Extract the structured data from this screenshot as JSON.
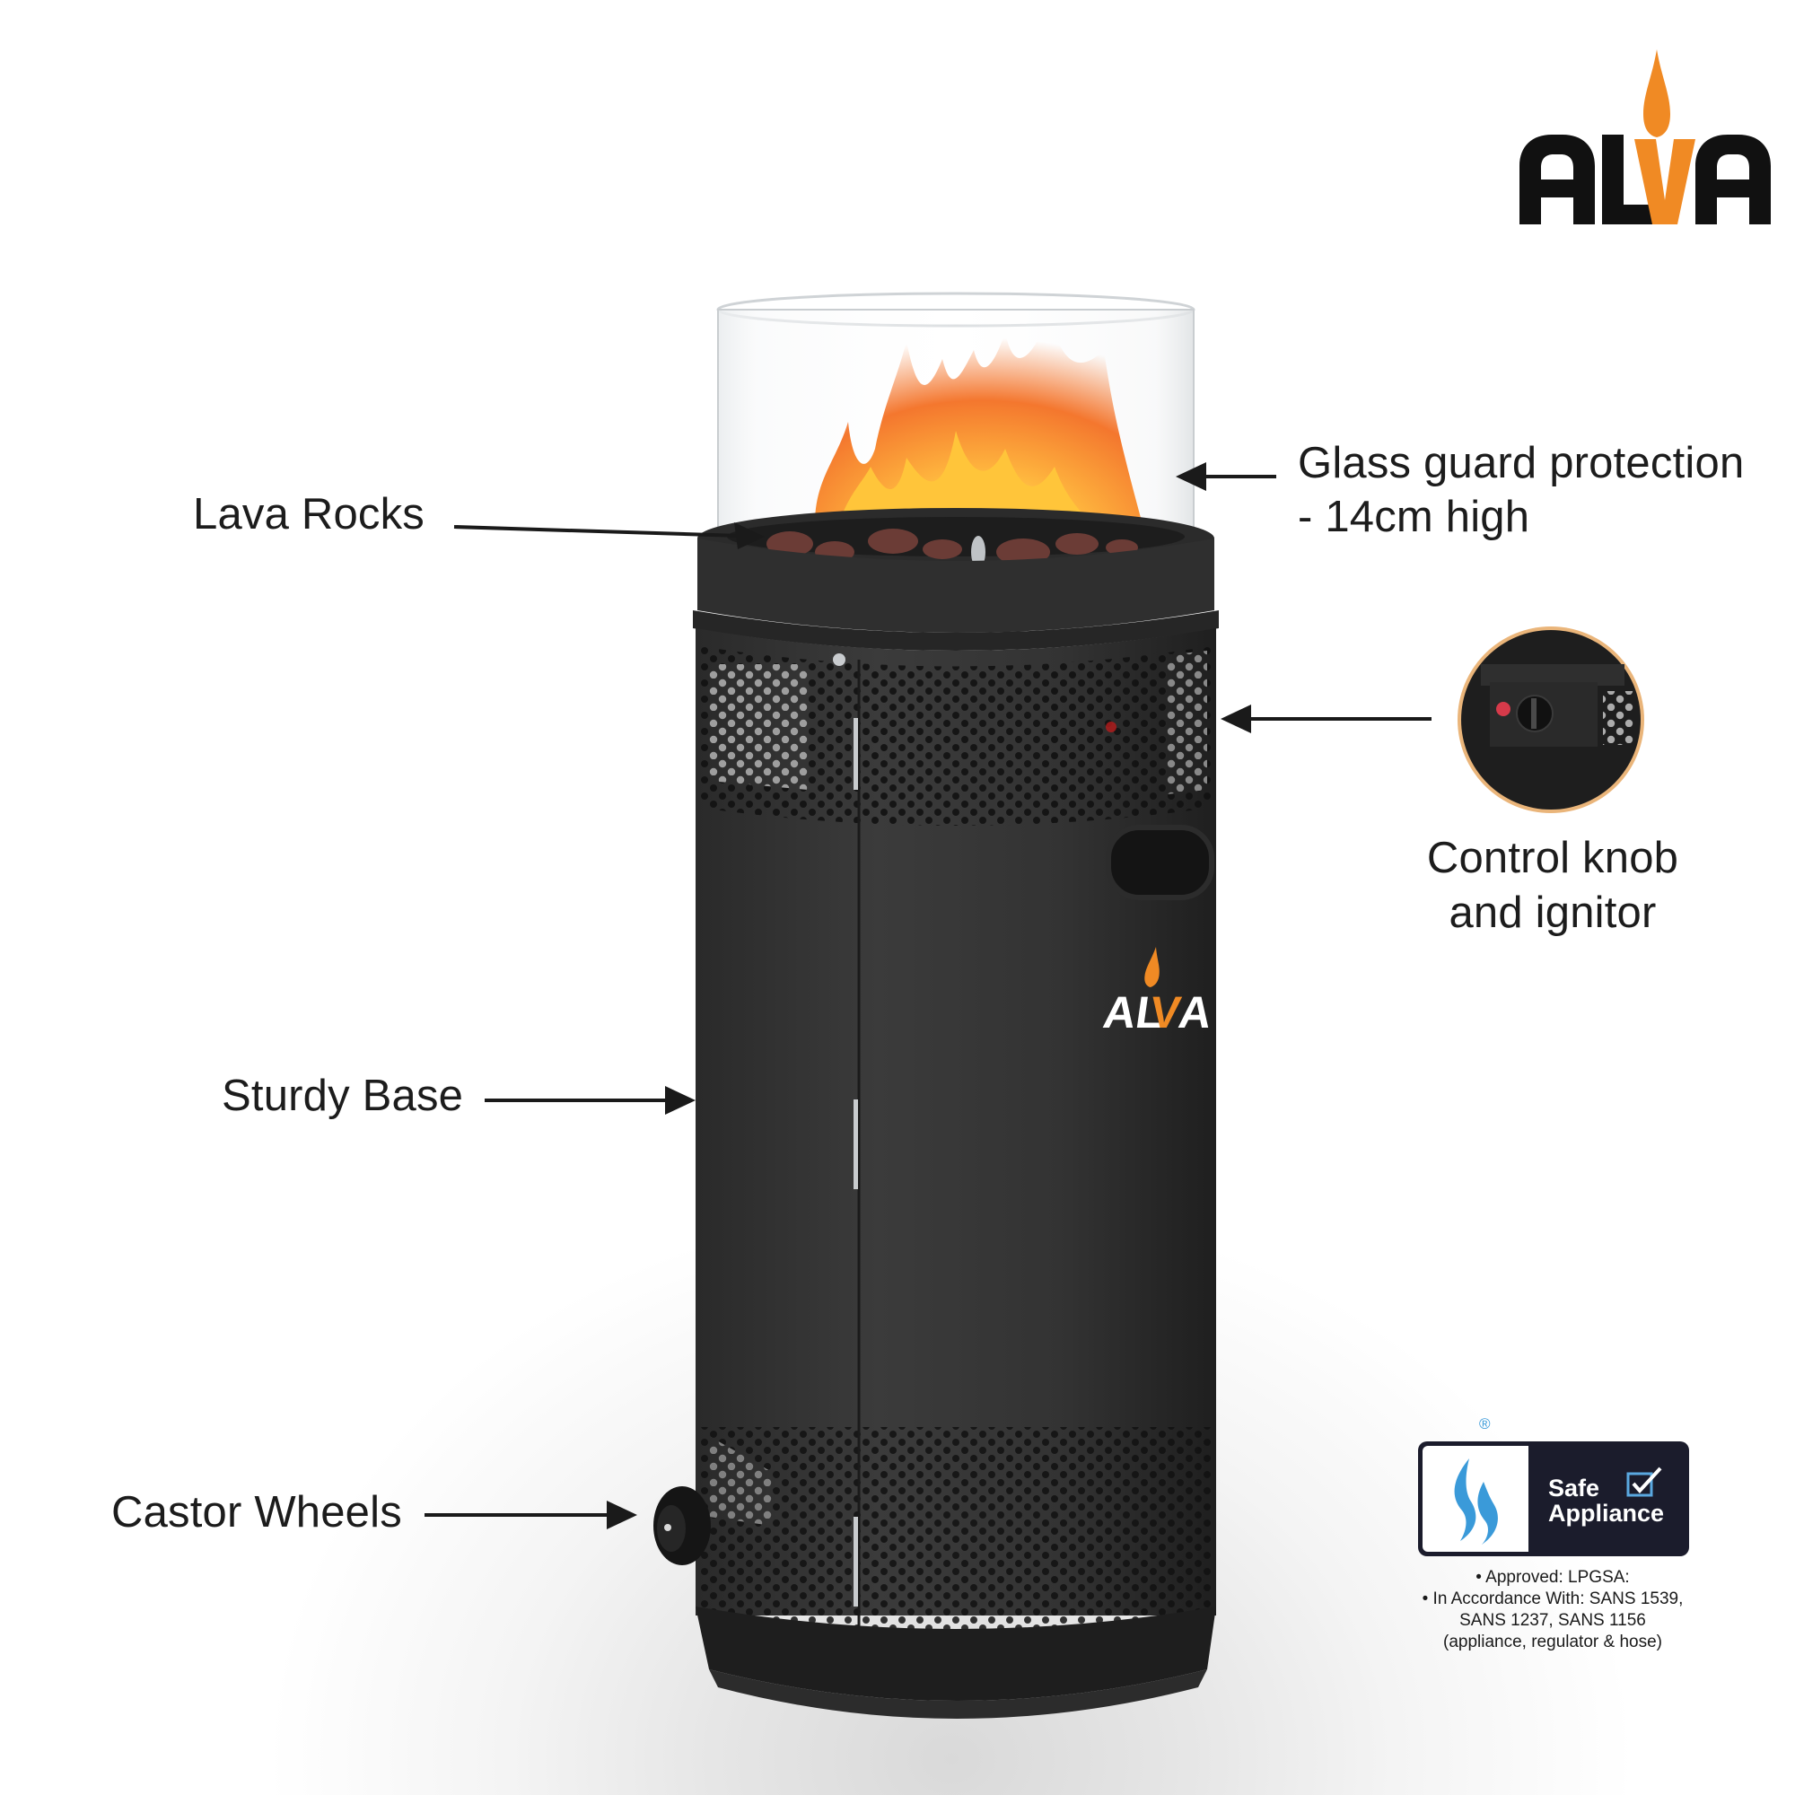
{
  "brand": {
    "name": "ALVA",
    "colors": {
      "black": "#111111",
      "orange": "#f08a24",
      "body": "#363636",
      "badge_blue": "#3a9ad9",
      "badge_navy": "#1b1c2c"
    }
  },
  "callouts": {
    "lava_rocks": "Lava Rocks",
    "glass_guard_line1": "Glass guard protection",
    "glass_guard_line2": "- 14cm high",
    "control_line1": "Control knob",
    "control_line2": "and ignitor",
    "sturdy_base": "Sturdy Base",
    "castor_wheels": "Castor Wheels"
  },
  "certification": {
    "registered_mark": "®",
    "badge_line1": "Safe",
    "badge_line2": "Appliance",
    "notes": [
      "• Approved: LPGSA:",
      "• In Accordance With: SANS 1539,",
      "SANS 1237, SANS 1156",
      "(appliance, regulator & hose)"
    ]
  },
  "icons": {
    "logo_flame": "flame-icon",
    "badge_flame": "gas-flame-icon",
    "badge_check": "checkbox-checked-icon"
  }
}
